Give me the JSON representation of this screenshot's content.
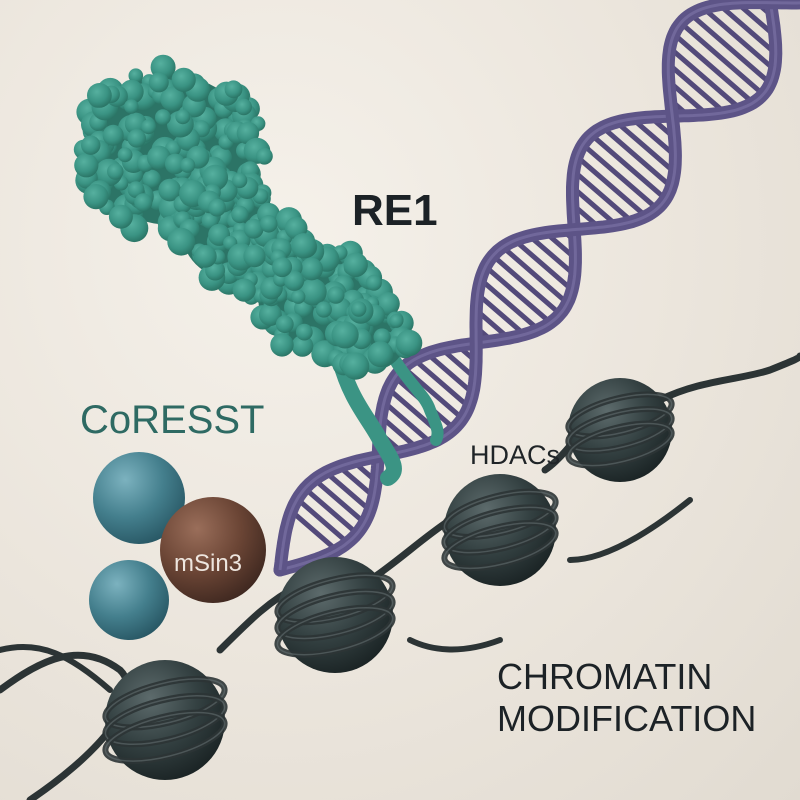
{
  "labels": {
    "re1": "RE1",
    "coresst": "CoRESST",
    "msin3": "mSin3",
    "hdacs": "HDACs",
    "chromatin_line1": "CHROMATIN",
    "chromatin_line2": "MODIFICATION"
  },
  "colors": {
    "background": "#ece7df",
    "protein": "#3b9484",
    "protein_dark": "#2c7466",
    "dna_backbone": "#5d5487",
    "dna_rungs": "#534a7a",
    "coresst_spheres": "#3f7e8b",
    "msin3_sphere": "#6a4636",
    "nucleosome": "#2f3c3d",
    "chromatin_fiber": "#2c3435",
    "label_text": "#1c2226",
    "coresst_text": "#2e6a63"
  },
  "icons": {
    "protein": "re1-protein-icon",
    "dna": "dna-helix-icon",
    "nucleosome": "nucleosome-icon"
  }
}
